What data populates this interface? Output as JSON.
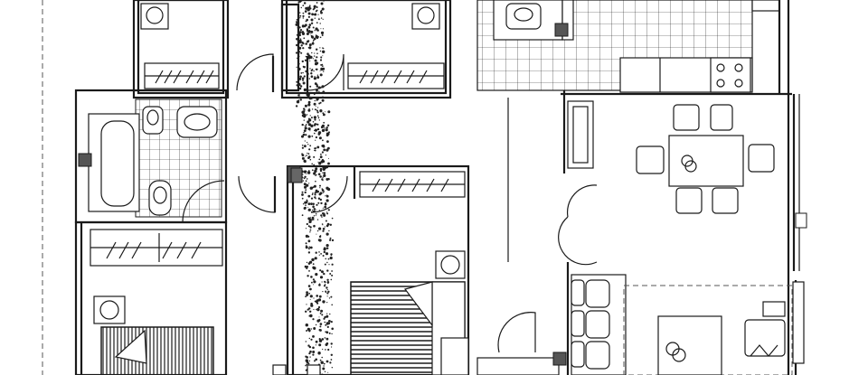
{
  "plan": {
    "rooms": [
      {
        "id": "bedroom-top-left",
        "type": "bedroom"
      },
      {
        "id": "bedroom-top-center",
        "type": "bedroom"
      },
      {
        "id": "bathroom-left",
        "type": "bathroom"
      },
      {
        "id": "bedroom-left",
        "type": "bedroom"
      },
      {
        "id": "bedroom-center",
        "type": "bedroom"
      },
      {
        "id": "hallway",
        "type": "corridor"
      },
      {
        "id": "kitchen",
        "type": "kitchen"
      },
      {
        "id": "dining-room",
        "type": "dining"
      },
      {
        "id": "living-room",
        "type": "living"
      }
    ],
    "icons": [
      "bathtub-icon",
      "toilet-icon",
      "sink-icon",
      "bidet-icon",
      "wardrobe-icon",
      "bed-icon",
      "stove-icon",
      "dining-table-icon",
      "sofa-icon",
      "coffee-table-icon",
      "door-swing-icon",
      "column-icon"
    ],
    "colors": {
      "line": "#1a1a1a",
      "background": "#ffffff"
    }
  }
}
